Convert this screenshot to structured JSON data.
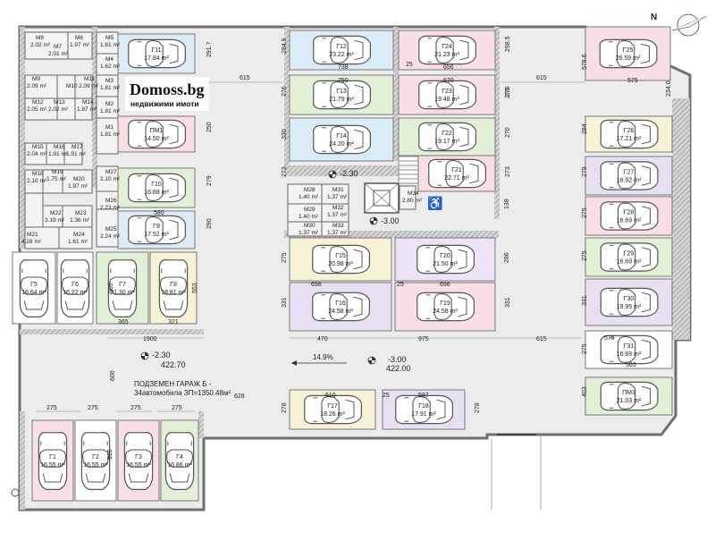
{
  "logo": {
    "brand": "Domoss.bg",
    "tagline": "недвижими имоти"
  },
  "title": {
    "line1": "ПОДЗЕМЕН ГАРАЖ Б -",
    "line2": "34автомобила ЗП=1350.48м²"
  },
  "levels": [
    {
      "id": "lvl-a",
      "level": "-2.30",
      "elev": "422.70"
    },
    {
      "id": "lvl-b",
      "level": "-3.00",
      "elev": "422.00"
    },
    {
      "id": "lvl-c",
      "level": "-2.30",
      "elev": ""
    },
    {
      "id": "lvl-d",
      "level": "-3.00",
      "elev": ""
    }
  ],
  "ramp": {
    "slope": "14.9%"
  },
  "dims": {
    "d615a": "615",
    "d615b": "615",
    "d615c": "615",
    "d1900": "1900",
    "d470": "470",
    "d975": "975",
    "d628": "628",
    "d600": "600",
    "d698a": "698",
    "d698b": "698",
    "d738": "738",
    "d750": "750",
    "d656": "656",
    "d670": "670",
    "d575a": "575",
    "d575b": "575",
    "d563": "563",
    "d580": "580",
    "d610": "610",
    "d597": "597",
    "d365": "365",
    "d321": "321",
    "d565": "565",
    "d553": "553",
    "d510": "510",
    "d284a": "284.9",
    "d276a": "276",
    "d330": "330",
    "d298": "298.5",
    "d276b": "276",
    "d270": "270",
    "d273a": "273",
    "d273b": "273",
    "d138": "138",
    "d286": "286",
    "d331a": "331",
    "d331b": "331",
    "d275a": "275",
    "d275b": "275",
    "d578": "578.6",
    "d2340": "234.0",
    "d284b": "284",
    "d279": "279",
    "d2752": "275",
    "d2753": "275",
    "d331c": "331",
    "d2754": "275",
    "d403": "403",
    "d291": "291.7",
    "d250": "250",
    "d279b": "279",
    "d290": "290",
    "d278a": "278",
    "d278b": "278",
    "d25a": "25",
    "d25b": "25",
    "d25c": "25",
    "d275g1": "275",
    "d275g2": "275",
    "d275g3": "275",
    "d275g4": "275"
  },
  "storages": [
    {
      "id": "M8",
      "label": "M8",
      "area": "2.02 m²"
    },
    {
      "id": "M7",
      "label": "M7",
      "area": "2.01 m²"
    },
    {
      "id": "M6",
      "label": "M6",
      "area": "1.97 m²"
    },
    {
      "id": "M5",
      "label": "M5",
      "area": "1.61 m²"
    },
    {
      "id": "M4",
      "label": "M4",
      "area": "1.62 m²"
    },
    {
      "id": "M9",
      "label": "M9",
      "area": "2.09 m²"
    },
    {
      "id": "M10",
      "label": "M10",
      "area": ""
    },
    {
      "id": "M11",
      "label": "M11",
      "area": "2.09 m²"
    },
    {
      "id": "M3",
      "label": "M3",
      "area": "1.81 m²"
    },
    {
      "id": "M12",
      "label": "M12",
      "area": "2.05 m²"
    },
    {
      "id": "M13",
      "label": "M13",
      "area": "2.02 m²"
    },
    {
      "id": "M14",
      "label": "M14",
      "area": "1.87 m²"
    },
    {
      "id": "M2",
      "label": "M2",
      "area": "1.81 m²"
    },
    {
      "id": "M1",
      "label": "M1",
      "area": "1.81 m²"
    },
    {
      "id": "M15",
      "label": "M15",
      "area": "2.04 m²"
    },
    {
      "id": "M16",
      "label": "M16",
      "area": "1.91 m²"
    },
    {
      "id": "M17",
      "label": "M17",
      "area": "1.91 m²"
    },
    {
      "id": "M18",
      "label": "M18",
      "area": "2.10 m²"
    },
    {
      "id": "M19",
      "label": "M19",
      "area": "1.75 m²"
    },
    {
      "id": "M20",
      "label": "M20",
      "area": "1.97 m²"
    },
    {
      "id": "M27",
      "label": "M27",
      "area": "2.10 m²"
    },
    {
      "id": "M26",
      "label": "M26",
      "area": "2.23 m²"
    },
    {
      "id": "M22",
      "label": "M22",
      "area": "3.19 m²"
    },
    {
      "id": "M23",
      "label": "M23",
      "area": "1.36 m²"
    },
    {
      "id": "M25",
      "label": "M25",
      "area": "2.24 m²"
    },
    {
      "id": "M21",
      "label": "M21",
      "area": "4.28 m²"
    },
    {
      "id": "M24",
      "label": "M24",
      "area": "1.61 m²"
    },
    {
      "id": "M28",
      "label": "M28",
      "area": "1.40 m²"
    },
    {
      "id": "M31",
      "label": "M31",
      "area": "1.37 m²"
    },
    {
      "id": "M29",
      "label": "M29",
      "area": "1.40 m²"
    },
    {
      "id": "M32",
      "label": "M32",
      "area": "1.37 m²"
    },
    {
      "id": "M30",
      "label": "M30",
      "area": "1.37 m²"
    },
    {
      "id": "M33",
      "label": "M33",
      "area": "1.37 m²"
    },
    {
      "id": "M34",
      "label": "M34",
      "area": "2.80 m²"
    }
  ],
  "spaces": [
    {
      "id": "G11",
      "label": "Г11",
      "area": "17.84 m²",
      "color": "#dcecf6"
    },
    {
      "id": "PM1",
      "label": "ПМ1",
      "area": "14.50 m²",
      "color": "#f7dfe3"
    },
    {
      "id": "G10",
      "label": "Г10",
      "area": "16.88 m²",
      "color": "#e2f0d8"
    },
    {
      "id": "G9",
      "label": "Г9",
      "area": "17.52 m²",
      "color": "#dcecf6"
    },
    {
      "id": "G12",
      "label": "Г12",
      "area": "23.22 m²",
      "color": "#dcecf6"
    },
    {
      "id": "G13",
      "label": "Г13",
      "area": "21.79 m²",
      "color": "#e2f0d8"
    },
    {
      "id": "G14",
      "label": "Г14",
      "area": "24.20 m²",
      "color": "#dcecf6"
    },
    {
      "id": "G24",
      "label": "Г24",
      "area": "21.23 m²",
      "color": "#f8dfe6"
    },
    {
      "id": "G23",
      "label": "Г23",
      "area": "19.48 m²",
      "color": "#f8dfe6"
    },
    {
      "id": "G22",
      "label": "Г22",
      "area": "19.17 m²",
      "color": "#e2f0d8"
    },
    {
      "id": "G21",
      "label": "Г21",
      "area": "22.71 m²",
      "color": "#f8dfe6"
    },
    {
      "id": "G25",
      "label": "Г25",
      "area": "26.59 m²",
      "color": "#f8dfe6"
    },
    {
      "id": "G26",
      "label": "Г26",
      "area": "17.21 m²",
      "color": "#f6f2d5"
    },
    {
      "id": "G27",
      "label": "Г27",
      "area": "16.92 m²",
      "color": "#e6e0f2"
    },
    {
      "id": "G28",
      "label": "Г28",
      "area": "16.69 m²",
      "color": "#f8dfe6"
    },
    {
      "id": "G29",
      "label": "Г29",
      "area": "16.69 m²",
      "color": "#e2f0d8"
    },
    {
      "id": "G30",
      "label": "Г30",
      "area": "19.95 m²",
      "color": "#e6e0f2"
    },
    {
      "id": "G31",
      "label": "Г31",
      "area": "16.69 m²",
      "color": "#ffffff"
    },
    {
      "id": "PM3",
      "label": "ПМ3",
      "area": "21.03 m²",
      "color": "#e2f0d8"
    },
    {
      "id": "G15",
      "label": "Г15",
      "area": "20.98 m²",
      "color": "#f6f2d5"
    },
    {
      "id": "G16",
      "label": "Г16",
      "area": "24.58 m²",
      "color": "#e6e0f2"
    },
    {
      "id": "G20",
      "label": "Г20",
      "area": "21.50 m²",
      "color": "#ece4f4"
    },
    {
      "id": "G19",
      "label": "Г19",
      "area": "24.58 m²",
      "color": "#f8dfe6"
    },
    {
      "id": "G17",
      "label": "Г17",
      "area": "18.26 m²",
      "color": "#f6f2d5"
    },
    {
      "id": "G18",
      "label": "Г18",
      "area": "17.91 m²",
      "color": "#e6e0f2"
    },
    {
      "id": "G5",
      "label": "Г5",
      "area": "16.64 m²",
      "color": "#ffffff"
    },
    {
      "id": "G6",
      "label": "Г6",
      "area": "16.22 m²",
      "color": "#ffffff"
    },
    {
      "id": "G7",
      "label": "Г7",
      "area": "21.30 m²",
      "color": "#e2f0d8"
    },
    {
      "id": "G8",
      "label": "Г8",
      "area": "18.81 m²",
      "color": "#f6f2d5"
    },
    {
      "id": "G1",
      "label": "Г1",
      "area": "16.55 m²",
      "color": "#f8dfe6"
    },
    {
      "id": "G2",
      "label": "Г2",
      "area": "16.55 m²",
      "color": "#ffffff"
    },
    {
      "id": "G3",
      "label": "Г3",
      "area": "16.55 m²",
      "color": "#f8dfe6"
    },
    {
      "id": "G4",
      "label": "Г4",
      "area": "16.86 m²",
      "color": "#e2f0d8"
    }
  ],
  "colors": {
    "floor": "#ececec",
    "wall": "#707070",
    "hatch": "#9a9a9a",
    "car": "#555555"
  }
}
